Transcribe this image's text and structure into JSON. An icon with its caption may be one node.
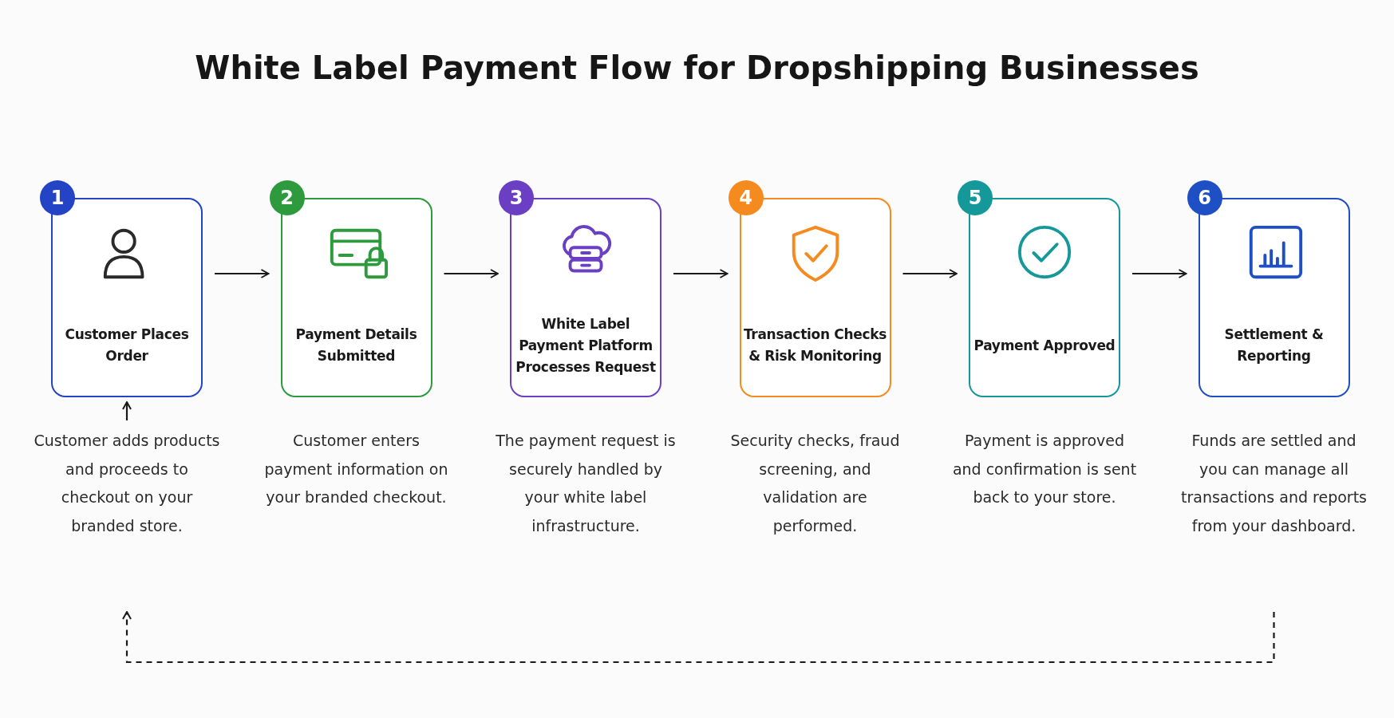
{
  "diagram": {
    "title": "White Label Payment Flow for Dropshipping Businesses",
    "nodes": [
      {
        "text": [
          "1",
          "Customer Places Order"
        ]
      },
      {
        "text": [
          "2",
          "Payment Details Submitted"
        ]
      },
      {
        "text": [
          "3",
          "White Label Payment Platform Processes Request"
        ]
      },
      {
        "text": [
          "4",
          "Transaction Checks & Risk Monitoring"
        ]
      },
      {
        "text": [
          "5",
          "Payment Approved"
        ]
      },
      {
        "text": [
          "6",
          "Settlement & Reporting"
        ]
      },
      {
        "text": [
          "Customer adds products and proceeds to checkout on your branded store."
        ]
      },
      {
        "text": [
          "Customer enters payment information on your branded checkout."
        ]
      },
      {
        "text": [
          "The payment request is securely handled by your white label infrastructure."
        ]
      },
      {
        "text": [
          "Security checks, fraud screening, and validation are performed."
        ]
      },
      {
        "text": [
          "Payment is approved and confirmation is sent back to your store."
        ]
      },
      {
        "text": [
          "Funds are settled and you can manage all transactions and reports from your dashboard."
        ]
      }
    ],
    "edges": [
      {
        "from": 0,
        "to": 1,
        "arrow": "to"
      },
      {
        "from": 1,
        "to": 2,
        "arrow": "to"
      },
      {
        "from": 2,
        "to": 3,
        "arrow": "to"
      },
      {
        "from": 3,
        "to": 4,
        "arrow": "to"
      },
      {
        "from": 4,
        "to": 5,
        "arrow": "to"
      },
      {
        "from": 6,
        "to": 0,
        "arrow": "to"
      },
      {
        "from": 11,
        "to": 6,
        "arrow": "to",
        "style": "dashed"
      }
    ]
  }
}
